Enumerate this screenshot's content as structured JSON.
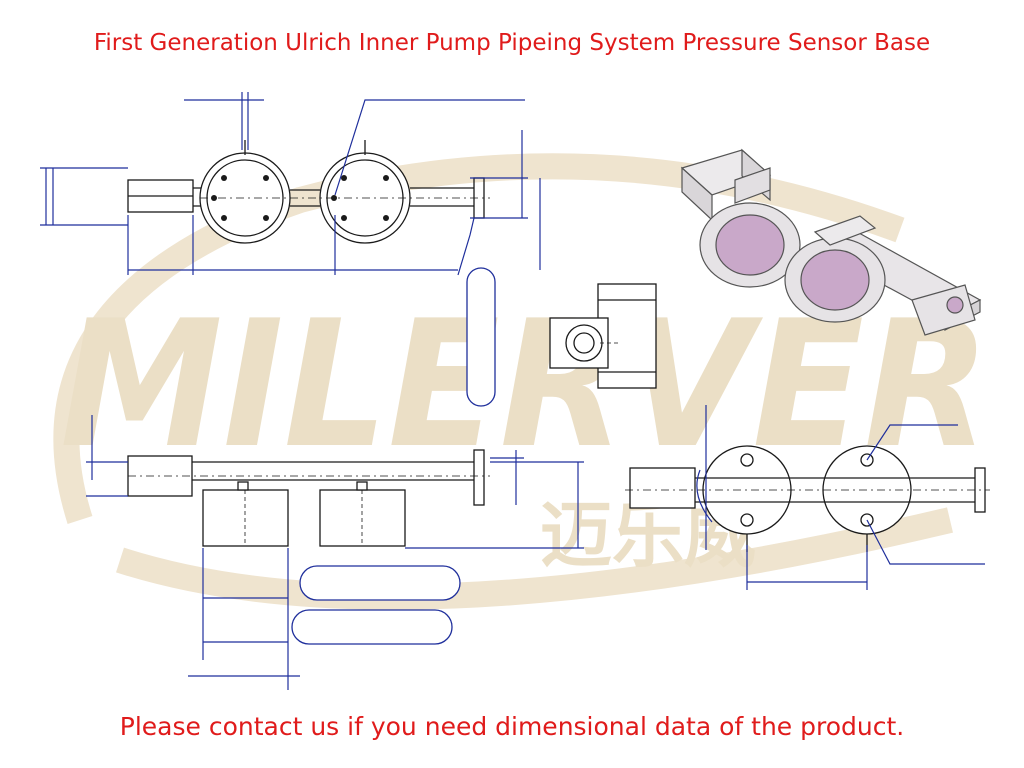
{
  "title": "First Generation Ulrich Inner Pump Pipeing System Pressure Sensor Base",
  "footer": "Please contact us if you need dimensional data of the product.",
  "watermark": {
    "latin": "MILERVER",
    "chinese": "迈乐威",
    "color": "#e9dcc2"
  },
  "colors": {
    "title_text": "#e01b1b",
    "line": "#1a1a1a",
    "dimension": "#1f2f9c",
    "render_fill": "#e6e3e6",
    "render_bore": "#c9a8c9"
  }
}
